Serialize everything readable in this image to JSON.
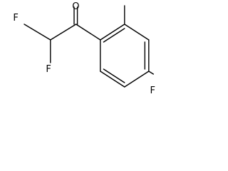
{
  "molecule": {
    "atoms": {
      "oxygen": "O",
      "fluorine_top": "F",
      "fluorine_bottom": "F",
      "fluorine_ring": "F"
    },
    "colors": {
      "bond": "#000000",
      "label": "#000000",
      "background": "#ffffff"
    }
  }
}
